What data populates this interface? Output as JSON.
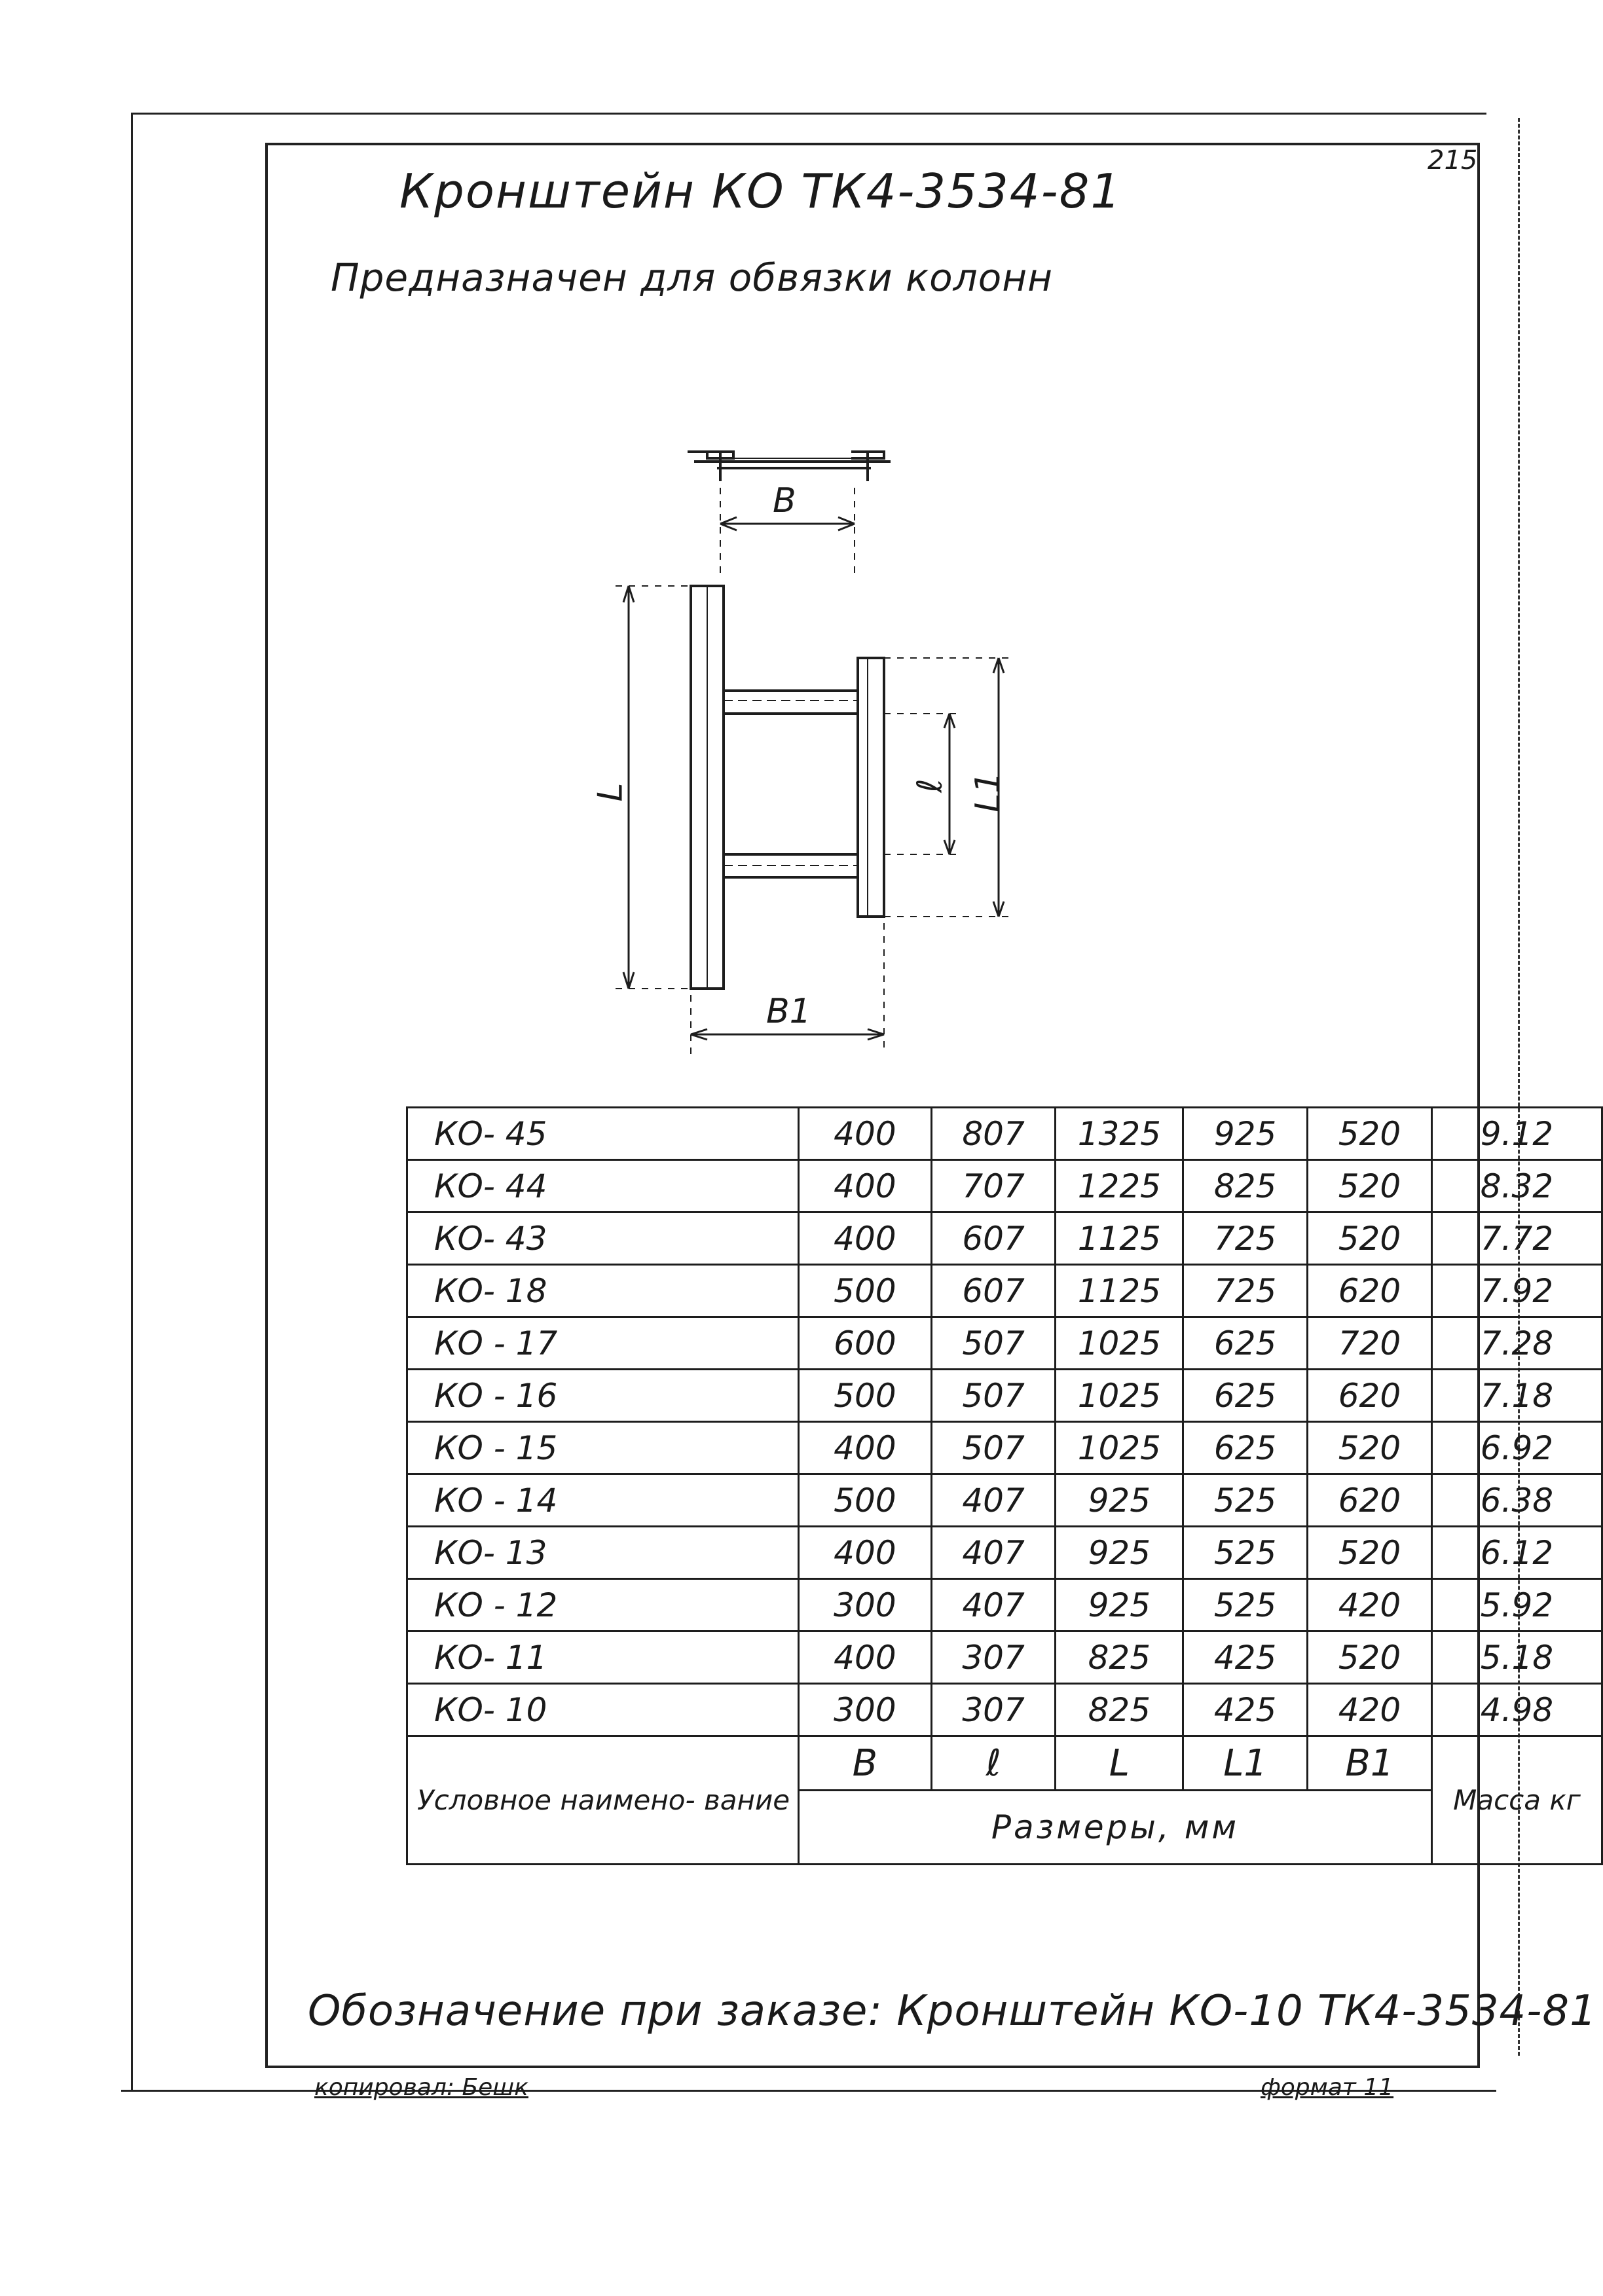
{
  "header": {
    "page_number": "215",
    "title": "Кронштейн КО  ТК4-3534-81",
    "subtitle": "Предназначен для обвязки колонн"
  },
  "drawing": {
    "dim_B": "B",
    "dim_L": "L",
    "dim_l": "ℓ",
    "dim_L1": "L1",
    "dim_B1": "B1"
  },
  "table": {
    "rows": [
      {
        "name": "КО- 45",
        "B": "400",
        "l": "807",
        "L": "1325",
        "L1": "925",
        "B1": "520",
        "mass": "9.12"
      },
      {
        "name": "КО- 44",
        "B": "400",
        "l": "707",
        "L": "1225",
        "L1": "825",
        "B1": "520",
        "mass": "8.32"
      },
      {
        "name": "КО- 43",
        "B": "400",
        "l": "607",
        "L": "1125",
        "L1": "725",
        "B1": "520",
        "mass": "7.72"
      },
      {
        "name": "КО- 18",
        "B": "500",
        "l": "607",
        "L": "1125",
        "L1": "725",
        "B1": "620",
        "mass": "7.92"
      },
      {
        "name": "КО - 17",
        "B": "600",
        "l": "507",
        "L": "1025",
        "L1": "625",
        "B1": "720",
        "mass": "7.28"
      },
      {
        "name": "КО - 16",
        "B": "500",
        "l": "507",
        "L": "1025",
        "L1": "625",
        "B1": "620",
        "mass": "7.18"
      },
      {
        "name": "КО - 15",
        "B": "400",
        "l": "507",
        "L": "1025",
        "L1": "625",
        "B1": "520",
        "mass": "6.92"
      },
      {
        "name": "КО - 14",
        "B": "500",
        "l": "407",
        "L": "925",
        "L1": "525",
        "B1": "620",
        "mass": "6.38"
      },
      {
        "name": "КО- 13",
        "B": "400",
        "l": "407",
        "L": "925",
        "L1": "525",
        "B1": "520",
        "mass": "6.12"
      },
      {
        "name": "КО - 12",
        "B": "300",
        "l": "407",
        "L": "925",
        "L1": "525",
        "B1": "420",
        "mass": "5.92"
      },
      {
        "name": "КО- 11",
        "B": "400",
        "l": "307",
        "L": "825",
        "L1": "425",
        "B1": "520",
        "mass": "5.18"
      },
      {
        "name": "КО- 10",
        "B": "300",
        "l": "307",
        "L": "825",
        "L1": "425",
        "B1": "420",
        "mass": "4.98"
      }
    ],
    "header": {
      "name": "Условное наимено- вание",
      "B": "B",
      "l": "ℓ",
      "L": "L",
      "L1": "L1",
      "B1": "B1",
      "dimensions": "Размеры, мм",
      "mass": "Масса кг"
    }
  },
  "footer": {
    "order_designation": "Обозначение при заказе: Кронштейн КО-10 ТК4-3534-81",
    "copied_by": "копировал: Бешк",
    "format": "формат 11"
  }
}
